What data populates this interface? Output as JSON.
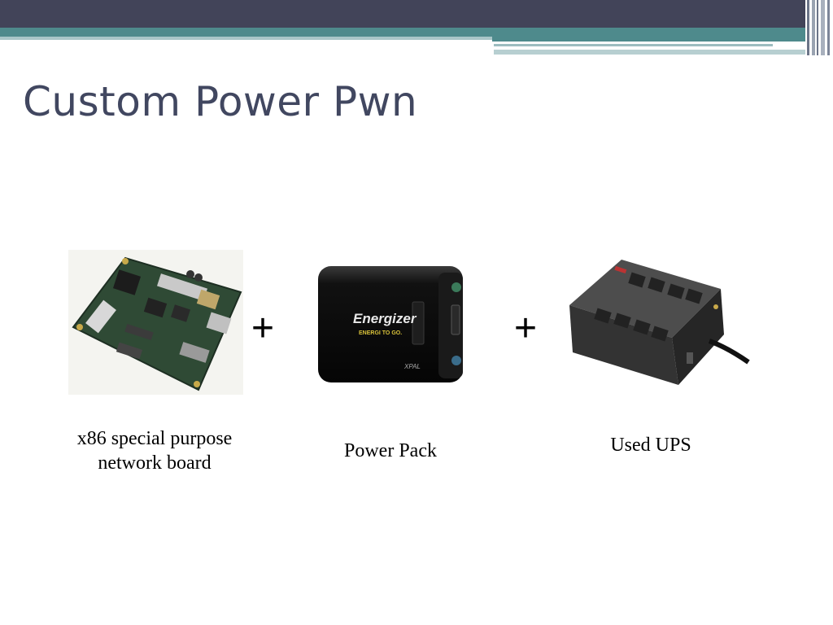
{
  "slide": {
    "title": "Custom Power Pwn"
  },
  "items": [
    {
      "caption_line1": "x86 special purpose",
      "caption_line2": "network board",
      "icon": "circuit-board-photo"
    },
    {
      "caption": "Power Pack",
      "icon": "battery-pack-photo",
      "brand_text": "Energizer",
      "tagline": "ENERGI TO GO.",
      "model_text": "XPAL"
    },
    {
      "caption": "Used UPS",
      "icon": "ups-device-photo"
    }
  ],
  "operators": [
    "+",
    "+"
  ],
  "colors": {
    "header_dark": "#424459",
    "header_teal": "#4e8a8c",
    "title": "#414760"
  }
}
